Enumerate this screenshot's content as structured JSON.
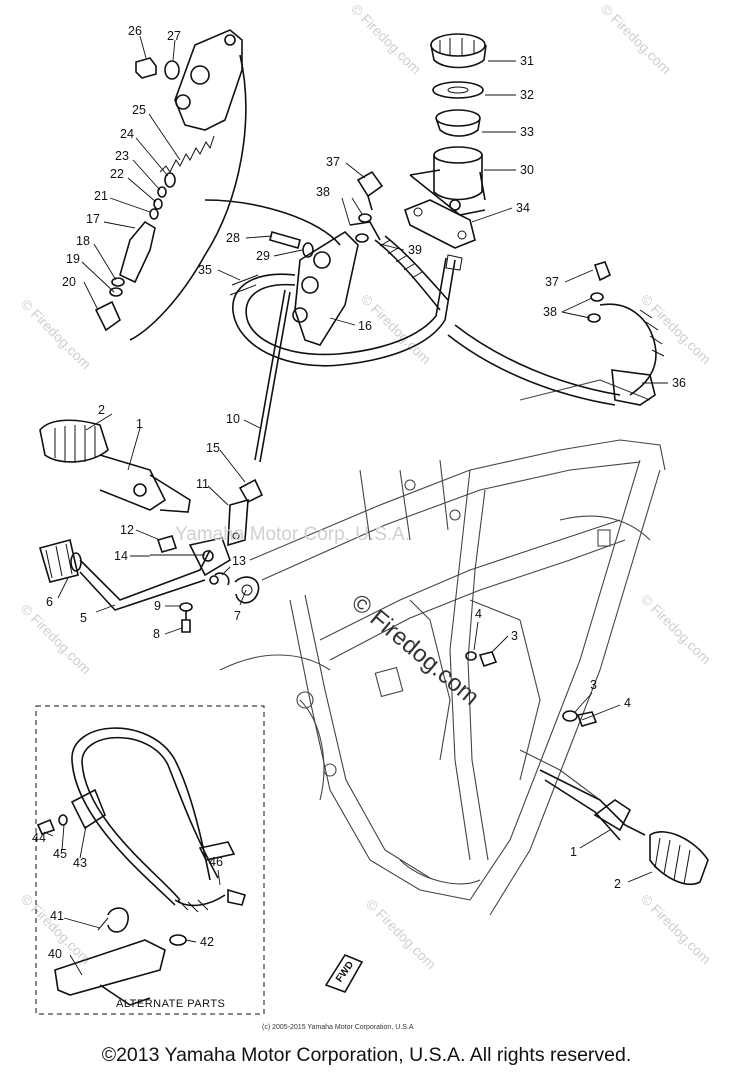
{
  "watermark": {
    "overlay_text": "Yamaha Motor Corp. U.S.A.",
    "stamp_text": "© Firedog.com",
    "corner_stamp": "© Firedog.com"
  },
  "diagram": {
    "alternate_parts_label": "ALTERNATE PARTS",
    "fwd_label": "FWD",
    "small_copyright": "(c) 2005-2015 Yamaha Motor Corporation, U.S.A",
    "callouts": [
      "1",
      "2",
      "3",
      "4",
      "5",
      "6",
      "7",
      "8",
      "9",
      "10",
      "11",
      "12",
      "13",
      "14",
      "15",
      "16",
      "17",
      "18",
      "19",
      "20",
      "21",
      "22",
      "23",
      "24",
      "25",
      "26",
      "27",
      "28",
      "29",
      "30",
      "31",
      "32",
      "33",
      "34",
      "35",
      "36",
      "37",
      "38",
      "39",
      "40",
      "41",
      "42",
      "43",
      "44",
      "45",
      "46"
    ]
  },
  "footer": {
    "copyright": "©2013 Yamaha Motor Corporation, U.S.A. All rights reserved."
  }
}
